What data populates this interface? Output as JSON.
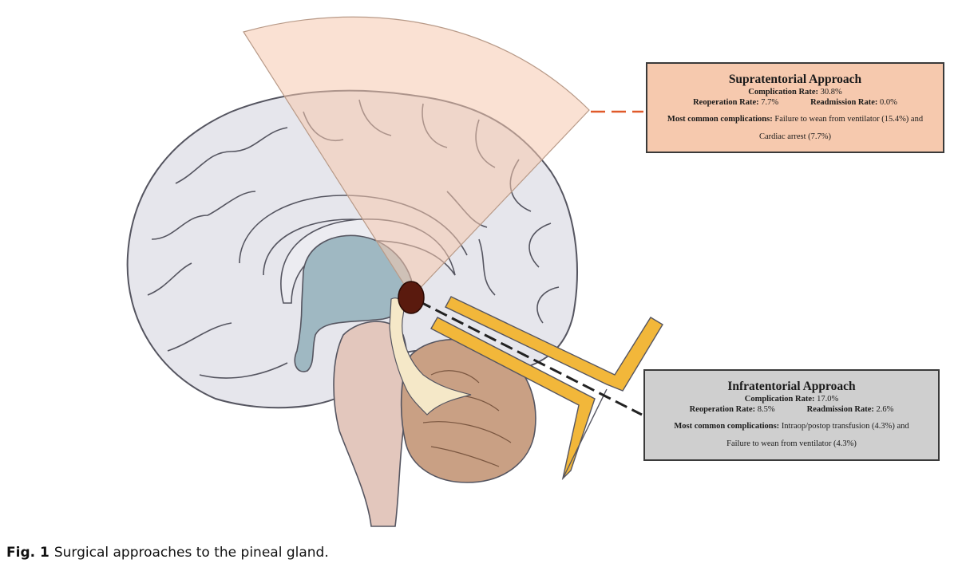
{
  "supratentorial": {
    "title": "Supratentorial Approach",
    "complication_label": "Complication Rate:",
    "complication_value": "30.8%",
    "reoperation_label": "Reoperation Rate:",
    "reoperation_value": "7.7%",
    "readmission_label": "Readmission Rate:",
    "readmission_value": "0.0%",
    "common_label": "Most common complications:",
    "common_text_1": "Failure to wean from ventilator (15.4%) and",
    "common_text_2": "Cardiac arrest (7.7%)"
  },
  "infratentorial": {
    "title": "Infratentorial Approach",
    "complication_label": "Complication Rate:",
    "complication_value": "17.0%",
    "reoperation_label": "Reoperation Rate:",
    "reoperation_value": "8.5%",
    "readmission_label": "Readmission Rate:",
    "readmission_value": "2.6%",
    "common_label": "Most common complications:",
    "common_text_1": "Intraop/postop transfusion (4.3%) and",
    "common_text_2": "Failure to wean from ventilator (4.3%)"
  },
  "caption": {
    "label": "Fig. 1",
    "text": "Surgical approaches to the pineal gland."
  },
  "colors": {
    "cerebrum": "#e6e6ec",
    "outline": "#555560",
    "thalamus": "#9fb8c2",
    "brainstem": "#e3c7bd",
    "cerebellum": "#c9a084",
    "ventricle": "#f5e8c8",
    "pineal": "#5a1a0e",
    "retractor": "#f2b73a",
    "wedge": "#f6c9ae"
  }
}
